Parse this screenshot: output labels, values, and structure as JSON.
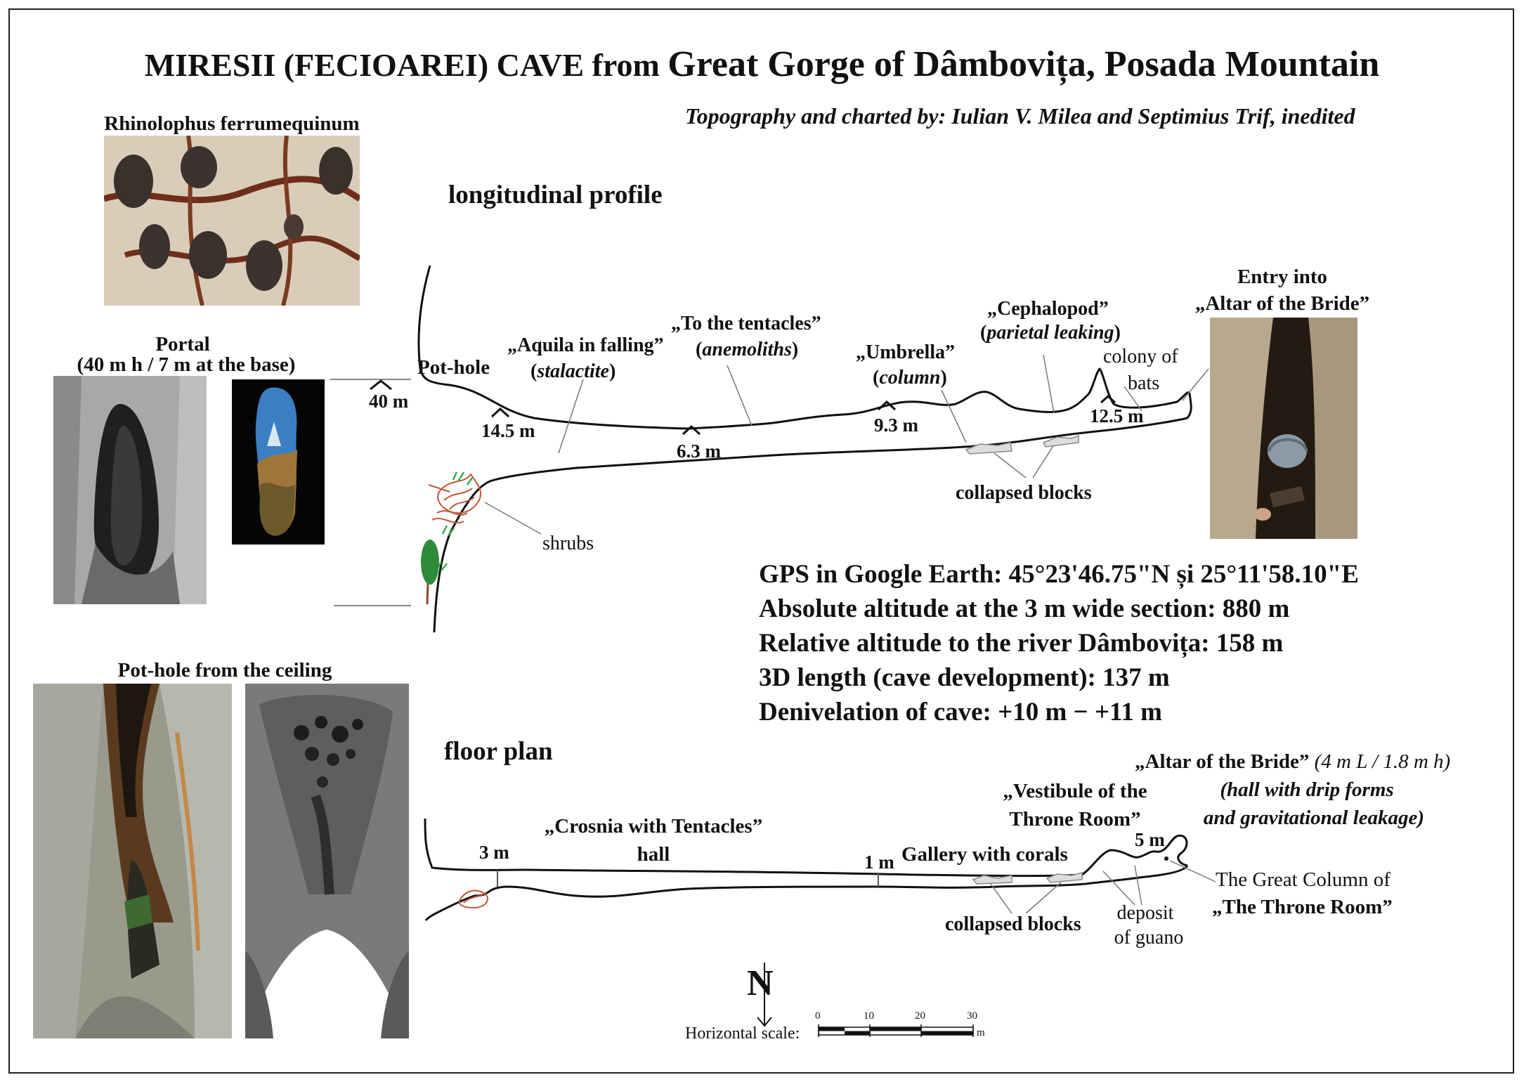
{
  "title_part1": "MIRESII (FECIOAREI) CAVE from ",
  "title_part2": "Great Gorge of Dâmbovița, Posada Mountain",
  "credits": "Topography and charted by: Iulian V. Milea and Septimius Trif, inedited",
  "bat_species": "Rhinolophus ferrumequinum",
  "portal_title": "Portal",
  "portal_sub": "(40 m h / 7 m at the base)",
  "pothole_ceiling": "Pot-hole from the ceiling",
  "profile_heading": "longitudinal profile",
  "plan_heading": "floor plan",
  "profile_labels": {
    "pothole": "Pot-hole",
    "h40": "40 m",
    "h145": "14.5 m",
    "h63": "6.3 m",
    "h93": "9.3 m",
    "h125": "12.5 m",
    "aquila": "„Aquila in falling”",
    "stalactite": "stalactite",
    "tentacles": "„To the tentacles”",
    "anemoliths": "anemoliths",
    "umbrella": "„Umbrella”",
    "column": "column",
    "cephalopod": "„Cephalopod”",
    "parietal": "parietal leaking",
    "colony1": "colony of",
    "colony2": "bats",
    "collapsed": "collapsed blocks",
    "shrubs": "shrubs",
    "entry1": "Entry into",
    "entry2": "„Altar of the Bride”"
  },
  "info": {
    "gps": "GPS in Google Earth: 45°23'46.75\"N și 25°11'58.10\"E",
    "absolute": "Absolute altitude at the 3 m wide section: 880 m",
    "relative": "Relative altitude to the river Dâmbovița: 158 m",
    "length": "3D length (cave development): 137 m",
    "denivelation": "Denivelation of cave: +10 m − +11 m"
  },
  "plan_labels": {
    "w3": "3 m",
    "crosnia1": "„Crosnia with Tentacles”",
    "crosnia2": "hall",
    "w1": "1 m",
    "gallery": "Gallery with corals",
    "vestibule1": "„Vestibule of the",
    "vestibule2": "Throne Room”",
    "w5": "5 m",
    "altar_name": "„Altar of the Bride”",
    "altar_dims": "(4 m L / 1.8 m h)",
    "altar_desc1": "(hall with drip forms",
    "altar_desc2": "and gravitational leakage)",
    "collapsed": "collapsed blocks",
    "deposit1": "deposit",
    "deposit2": "of guano",
    "column1": "The Great Column of",
    "column2": "„The Throne Room”"
  },
  "north": "N",
  "scale": {
    "label": "Horizontal scale:",
    "ticks": [
      "0",
      "10",
      "20",
      "30"
    ],
    "unit": "m"
  }
}
